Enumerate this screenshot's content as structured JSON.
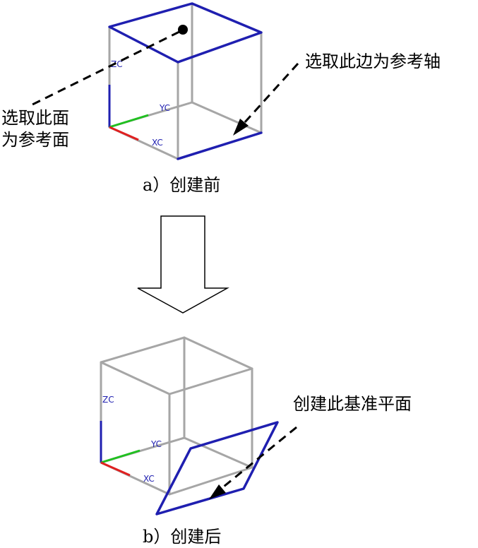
{
  "top": {
    "annotation_face": [
      "选取此面",
      "为参考面"
    ],
    "annotation_edge": "选取此边为参考轴",
    "caption": "a）创建前",
    "axes": {
      "x": "XC",
      "y": "YC",
      "z": "ZC"
    }
  },
  "bottom": {
    "annotation_plane": "创建此基准平面",
    "caption": "b）创建后",
    "axes": {
      "x": "XC",
      "y": "YC",
      "z": "ZC"
    }
  },
  "colors": {
    "edge_highlight": "#1f1fb0",
    "cube_edge": "#a6a6a6",
    "axis_x": "#e02020",
    "axis_y": "#20c020",
    "axis_z": "#1f1fb0"
  }
}
